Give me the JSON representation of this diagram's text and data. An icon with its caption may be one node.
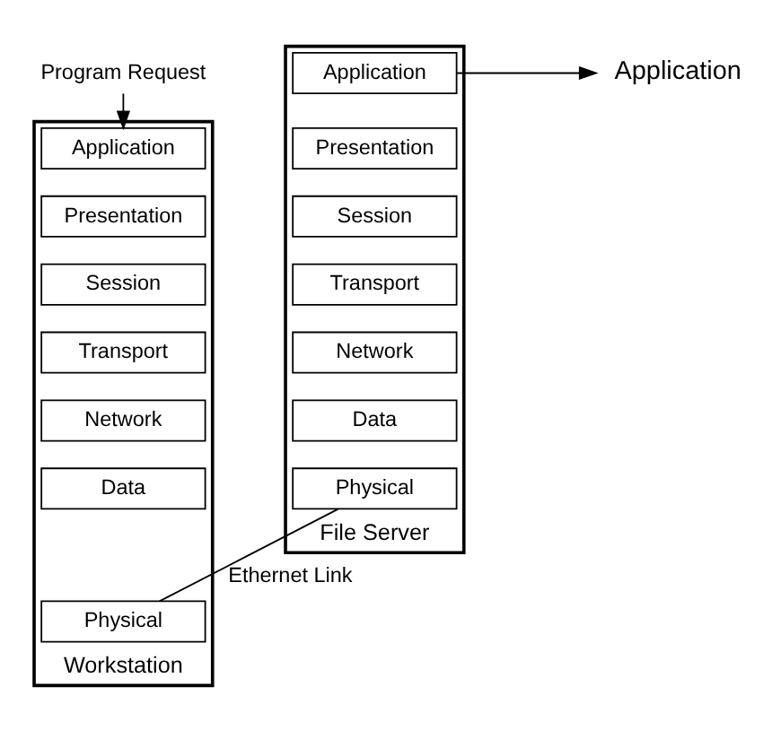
{
  "diagram": {
    "nodes": [
      {
        "text": [
          "Program Request"
        ]
      },
      {
        "text": [
          "Application"
        ]
      },
      {
        "text": [
          "Workstation"
        ]
      },
      {
        "text": [
          "Application"
        ],
        "in": 2
      },
      {
        "text": [
          "Presentation"
        ],
        "in": 2
      },
      {
        "text": [
          "Session"
        ],
        "in": 2
      },
      {
        "text": [
          "Transport"
        ],
        "in": 2
      },
      {
        "text": [
          "Network"
        ],
        "in": 2
      },
      {
        "text": [
          "Data"
        ],
        "in": 2
      },
      {
        "text": [
          "Physical"
        ],
        "in": 2
      },
      {
        "text": [
          "File Server"
        ]
      },
      {
        "text": [
          "Application"
        ],
        "in": 10
      },
      {
        "text": [
          "Presentation"
        ],
        "in": 10
      },
      {
        "text": [
          "Session"
        ],
        "in": 10
      },
      {
        "text": [
          "Transport"
        ],
        "in": 10
      },
      {
        "text": [
          "Network"
        ],
        "in": 10
      },
      {
        "text": [
          "Data"
        ],
        "in": 10
      },
      {
        "text": [
          "Physical"
        ],
        "in": 10
      }
    ],
    "edges": [
      {
        "from": 0,
        "to": 3,
        "arrow": "to"
      },
      {
        "from": 11,
        "to": 1,
        "arrow": "to"
      },
      {
        "from": 9,
        "to": 17,
        "arrow": "none",
        "label": "Ethernet Link"
      }
    ]
  }
}
